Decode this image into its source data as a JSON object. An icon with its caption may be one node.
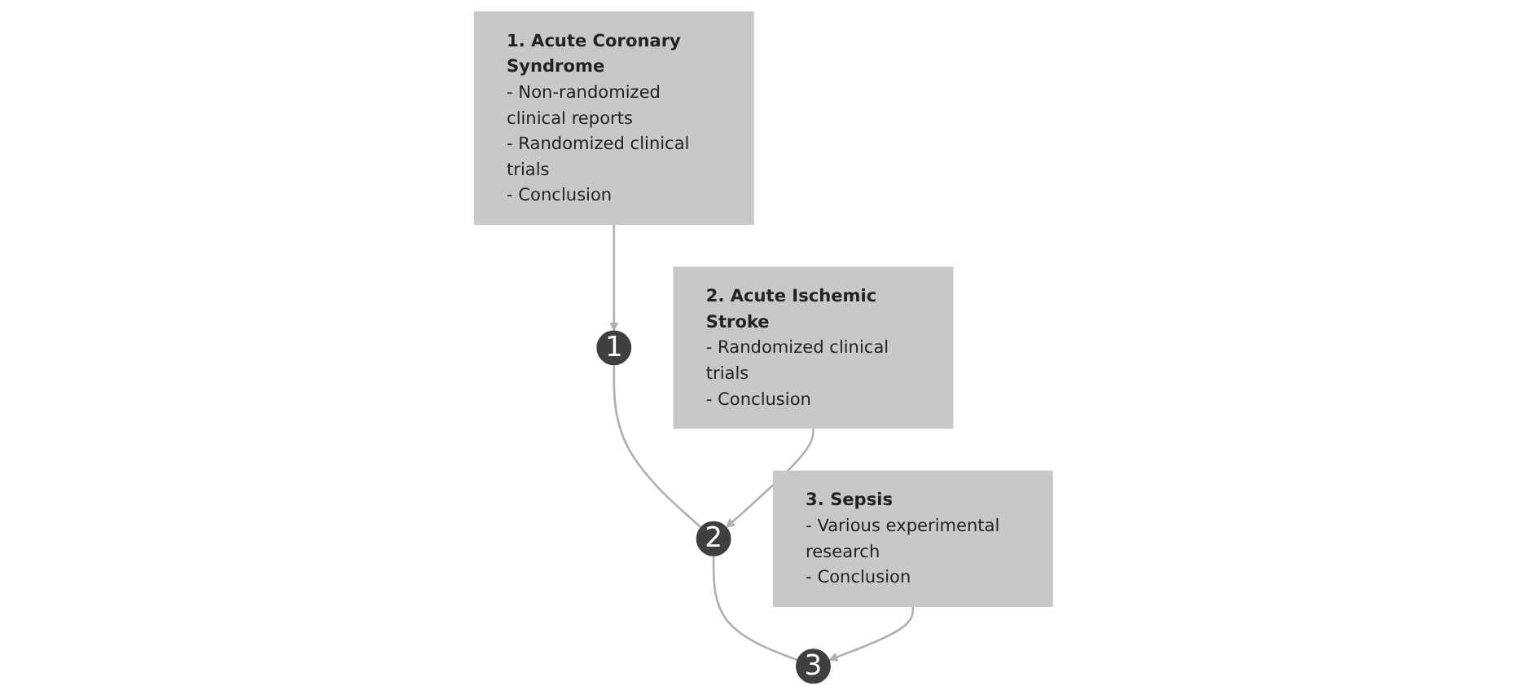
{
  "diagram": {
    "nodes": [
      {
        "text": [
          "1"
        ]
      },
      {
        "text": [
          "2"
        ]
      },
      {
        "text": [
          "3"
        ]
      },
      {
        "text": [
          "1. Acute Coronary Syndrome",
          "- Non-randomized clinical reports",
          "- Randomized clinical trials",
          "- Conclusion"
        ]
      },
      {
        "text": [
          "2. Acute Ischemic Stroke",
          "- Randomized clinical trials",
          "- Conclusion"
        ]
      },
      {
        "text": [
          "3. Sepsis",
          "- Various experimental research",
          "- Conclusion"
        ]
      }
    ],
    "edges": [
      {
        "from": 0,
        "to": 1,
        "arrow": "none"
      },
      {
        "from": 1,
        "to": 2,
        "arrow": "none"
      },
      {
        "from": 3,
        "to": 0,
        "arrow": "to"
      },
      {
        "from": 4,
        "to": 1,
        "arrow": "to"
      },
      {
        "from": 5,
        "to": 2,
        "arrow": "to"
      }
    ]
  }
}
